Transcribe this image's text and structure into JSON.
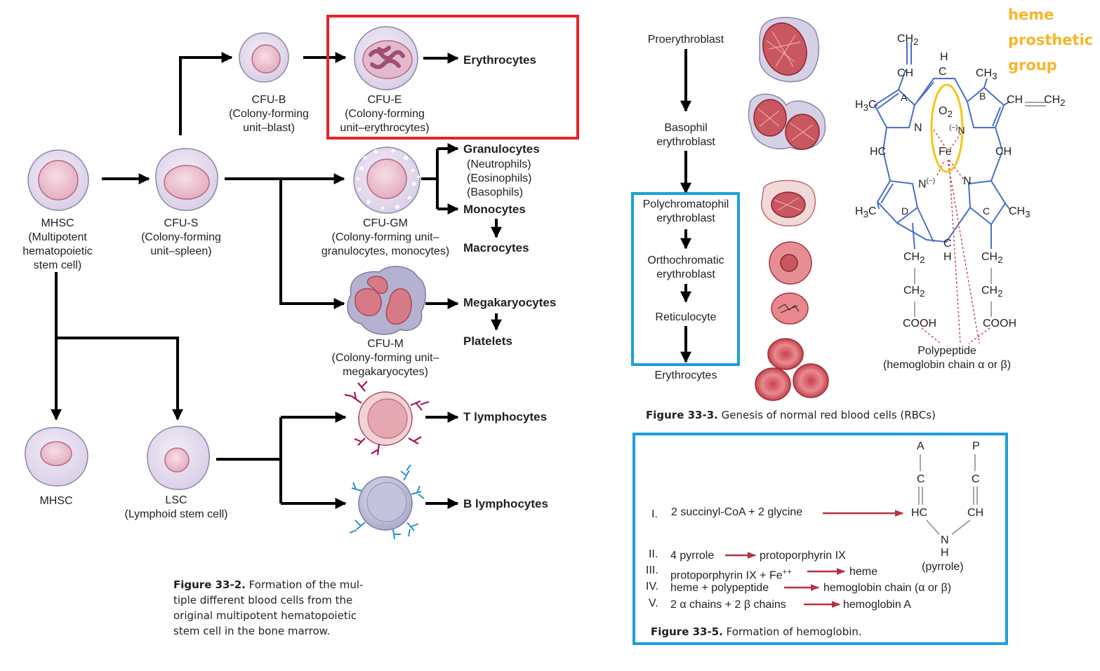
{
  "fig2": {
    "cells": {
      "mhsc": [
        "MHSC",
        "(Multipotent",
        "hematopoietic",
        "stem cell)"
      ],
      "cfus": [
        "CFU-S",
        "(Colony-forming",
        "unit–spleen)"
      ],
      "cfub": [
        "CFU-B",
        "(Colony-forming",
        "unit–blast)"
      ],
      "cfue": [
        "CFU-E",
        "(Colony-forming",
        "unit–erythrocytes)"
      ],
      "cfugm": [
        "CFU-GM",
        "(Colony-forming unit–",
        "granulocytes, monocytes)"
      ],
      "cfum": [
        "CFU-M",
        "(Colony-forming unit–",
        "megakaryocytes)"
      ],
      "mhsc2": "MHSC",
      "lsc": [
        "LSC",
        "(Lymphoid stem cell)"
      ]
    },
    "products": {
      "erythrocytes": "Erythrocytes",
      "granulocytes": "Granulocytes",
      "granulocyte_types": [
        "(Neutrophils)",
        "(Eosinophils)",
        "(Basophils)"
      ],
      "monocytes": "Monocytes",
      "macrocytes": "Macrocytes",
      "megakaryocytes": "Megakaryocytes",
      "platelets": "Platelets",
      "t_lymphocytes": "T lymphocytes",
      "b_lymphocytes": "B lymphocytes"
    },
    "caption": {
      "label": "Figure 33-2.",
      "lines": [
        "Formation of the mul-",
        "tiple different blood cells from the",
        "original multipotent hematopoietic",
        "stem cell in the bone marrow."
      ]
    }
  },
  "fig3": {
    "stages": [
      "Proerythroblast",
      [
        "Basophil",
        "erythroblast"
      ],
      [
        "Polychromatophil",
        "erythroblast"
      ],
      [
        "Orthochromatic",
        "erythroblast"
      ],
      "Reticulocyte",
      "Erythrocytes"
    ],
    "caption": {
      "label": "Figure 33-3.",
      "text": "Genesis of normal red blood cells (RBCs)"
    }
  },
  "heme": {
    "annotation": [
      "heme",
      "prosthetic",
      "group"
    ],
    "labels": {
      "ch2_top": "CH",
      "ch2_top_sub": "2",
      "ch_top": "CH",
      "h_top": "H",
      "c_top": "C",
      "ch3_b": "CH",
      "ch3_b_sub": "3",
      "ch_eq_ch2": "CH",
      "ch2_right_sub": "2",
      "h3c_a": "H",
      "h3c_a_sub": "3",
      "h3c_a_c": "C",
      "ring_a": "A",
      "ring_b": "B",
      "ring_c": "C",
      "ring_d": "D",
      "o2": "O",
      "o2_sub": "2",
      "n_left": "N",
      "n_right": "N",
      "n_right_charge": "(−)",
      "fe": "Fe",
      "hc_left": "HC",
      "ch_right": "CH",
      "n_bottom": "N",
      "n_bottom_charge": "(−)",
      "n_lower_right": "N",
      "h3c_d": "H",
      "h3c_d_sub": "3",
      "h3c_d_c": "C",
      "ch3_c": "CH",
      "ch3_c_sub": "3",
      "c_bottom": "C",
      "h_bottom": "H",
      "ch2_l1": "CH",
      "ch2_l2": "CH",
      "ch2_r1": "CH",
      "ch2_r2": "CH",
      "sub2": "2",
      "cooh_l": "COOH",
      "cooh_r": "COOH",
      "polypeptide": "Polypeptide",
      "chain": "(hemoglobin chain α or β)"
    }
  },
  "fig5": {
    "steps": [
      {
        "num": "I.",
        "left": "2 succinyl-CoA + 2 glycine",
        "right": ""
      },
      {
        "num": "II.",
        "left": "4 pyrrole",
        "right": "protoporphyrin IX"
      },
      {
        "num": "III.",
        "left": "protoporphyrin IX + Fe",
        "left_sup": "++",
        "right": "heme"
      },
      {
        "num": "IV.",
        "left": "heme + polypeptide",
        "right": "hemoglobin chain (α or β)"
      },
      {
        "num": "V.",
        "left": "2 α chains + 2 β chains",
        "right": "hemoglobin A"
      }
    ],
    "pyrrole": {
      "a": "A",
      "p": "P",
      "c1": "C",
      "c2": "C",
      "hc": "HC",
      "ch": "CH",
      "n": "N",
      "h": "H",
      "name": "(pyrrole)"
    },
    "caption": {
      "label": "Figure 33-5.",
      "text": "Formation of hemoglobin."
    }
  },
  "colors": {
    "highlight_red": "#e3242b",
    "highlight_blue": "#1aa0dc",
    "heme_annotation": "#f7b529",
    "heme_ellipse": "#f5c518",
    "arrow_red": "#b5333f"
  }
}
